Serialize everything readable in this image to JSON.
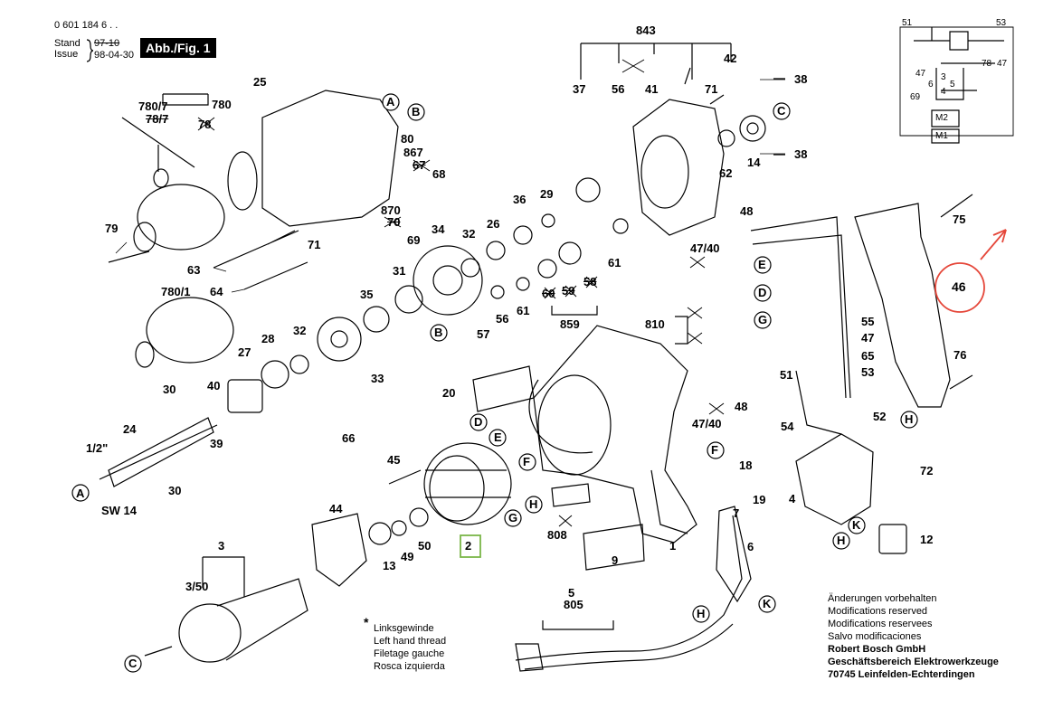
{
  "header": {
    "part_number": "0 601 184 6 . .",
    "stand_label": "Stand",
    "issue_label": "Issue",
    "stand_value_struck": "97-10",
    "issue_value": "98-04-30",
    "fig_label": "Abb./Fig. 1"
  },
  "labels": {
    "l843": "843",
    "l37": "37",
    "l56a": "56",
    "l41": "41",
    "l71a": "71",
    "l42": "42",
    "l38a": "38",
    "l38b": "38",
    "lC_top": "C",
    "l14": "14",
    "l62": "62",
    "l25": "25",
    "lA": "A",
    "lB": "B",
    "l80": "80",
    "l867": "867",
    "l867b": "67",
    "l68": "68",
    "l780_7": "780/7",
    "l78_7": "78/7",
    "l78": "78",
    "l780": "780",
    "l79": "79",
    "l870": "870",
    "l70": "70",
    "l69": "69",
    "l71b": "71",
    "l63": "63",
    "l64": "64",
    "l34": "34",
    "l36": "36",
    "l29": "29",
    "l26": "26",
    "l32a": "32",
    "l31": "31",
    "l61a": "61",
    "l61b": "61",
    "l58": "58",
    "l59": "59",
    "l60": "60",
    "l859": "859",
    "l57": "57",
    "l56b": "56",
    "lB2": "B",
    "l780_1": "780/1",
    "l35": "35",
    "l32b": "32",
    "l27": "27",
    "l28": "28",
    "l33": "33",
    "l30a": "30",
    "l40": "40",
    "l39": "39",
    "l24": "24",
    "l1_2": "1/2\"",
    "lA2": "A",
    "lSW14": "SW 14",
    "l30b": "30",
    "l66": "66",
    "l20": "20",
    "l48a": "48",
    "l47_40a": "47/40",
    "l47_40b": "47/40",
    "l810": "810",
    "l48b": "48",
    "lE": "E",
    "lD": "D",
    "lG": "G",
    "l55": "55",
    "l47": "47",
    "l65": "65",
    "l53": "53",
    "l51": "51",
    "l54": "54",
    "l52": "52",
    "lF": "F",
    "l18": "18",
    "l19": "19",
    "l4": "4",
    "l7": "7",
    "lK": "K",
    "lH": "H",
    "l72": "72",
    "l12": "12",
    "l75": "75",
    "l46": "46",
    "l76": "76",
    "lH2": "H",
    "lD2": "D",
    "lE2": "E",
    "lF2": "F",
    "lH3": "H",
    "lG2": "G",
    "l2": "2",
    "l45": "45",
    "l44": "44",
    "l13": "13",
    "l49": "49",
    "l50": "50",
    "l808": "808",
    "l9": "9",
    "l1": "1",
    "l6": "6",
    "l3": "3",
    "l3_50": "3/50",
    "lC2": "C",
    "l5": "5",
    "l805": "805",
    "lH4": "H",
    "lK2": "K"
  },
  "schematic": {
    "l51": "51",
    "l53": "53",
    "l78": "78",
    "l47a": "47",
    "l47b": "47",
    "l6": "6",
    "l3": "3",
    "l5": "5",
    "l4": "4",
    "l69": "69",
    "lM2": "M2",
    "lM1": "M1"
  },
  "legend": {
    "star": "*",
    "de": "Linksgewinde",
    "en": "Left hand thread",
    "fr": "Filetage gauche",
    "es": "Rosca izquierda"
  },
  "footer": {
    "line1": "Änderungen vorbehalten",
    "line2": "Modifications reserved",
    "line3": "Modifications reservees",
    "line4": "Salvo modificaciones",
    "line5": "Robert Bosch GmbH",
    "line6": "Geschäftsbereich Elektrowerkzeuge",
    "line7": "70745 Leinfelden-Echterdingen"
  },
  "annotation": {
    "highlight_color": "#e5473a",
    "box_color": "#7ab648"
  }
}
